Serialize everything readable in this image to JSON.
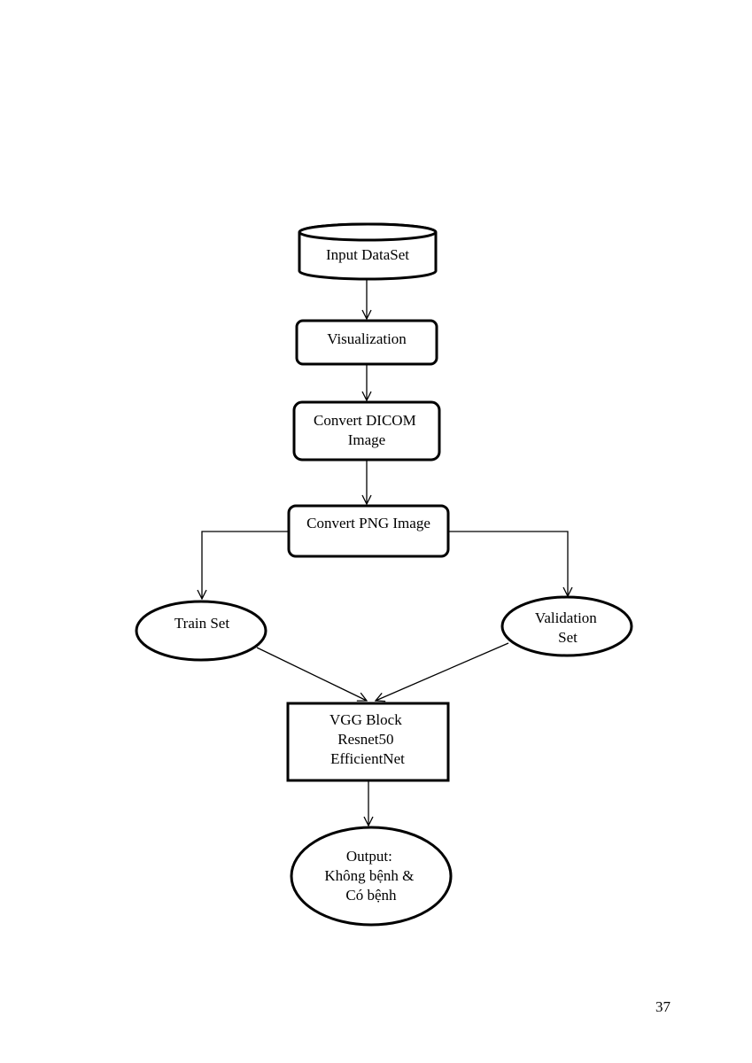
{
  "page_number": "37",
  "nodes": {
    "input": {
      "shape": "cylinder",
      "lines": [
        "Input DataSet"
      ]
    },
    "visualization": {
      "shape": "rounded-rect",
      "lines": [
        "Visualization"
      ]
    },
    "convert_dicom": {
      "shape": "rounded-rect",
      "lines": [
        "Convert DICOM",
        "Image"
      ]
    },
    "convert_png": {
      "shape": "rounded-rect",
      "lines": [
        "Convert PNG Image"
      ]
    },
    "train_set": {
      "shape": "ellipse",
      "lines": [
        "Train Set"
      ]
    },
    "validation_set": {
      "shape": "ellipse",
      "lines": [
        "Validation",
        "Set"
      ]
    },
    "models": {
      "shape": "rect",
      "lines": [
        "VGG Block",
        "Resnet50",
        "EfficientNet"
      ]
    },
    "output": {
      "shape": "ellipse",
      "lines": [
        "Output:",
        "Không bệnh &",
        "Có bệnh"
      ]
    }
  },
  "edges": [
    {
      "from": "input",
      "to": "visualization"
    },
    {
      "from": "visualization",
      "to": "convert_dicom"
    },
    {
      "from": "convert_dicom",
      "to": "convert_png"
    },
    {
      "from": "convert_png",
      "to": "train_set"
    },
    {
      "from": "convert_png",
      "to": "validation_set"
    },
    {
      "from": "train_set",
      "to": "models"
    },
    {
      "from": "validation_set",
      "to": "models"
    },
    {
      "from": "models",
      "to": "output"
    }
  ]
}
